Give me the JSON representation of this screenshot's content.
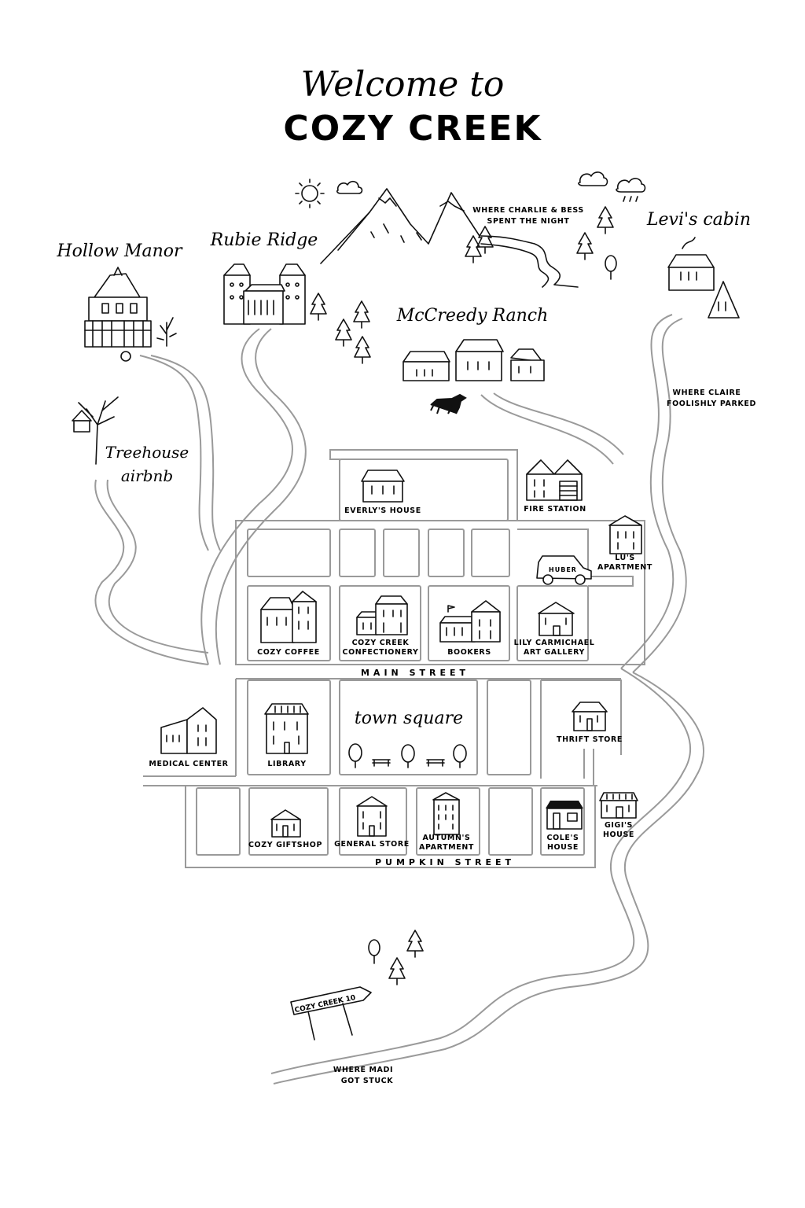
{
  "title": {
    "welcome": "Welcome to",
    "town": "COZY CREEK"
  },
  "places": {
    "hollow_manor": "Hollow Manor",
    "rubie_ridge": "Rubie Ridge",
    "levis_cabin": "Levi's cabin",
    "mccreedy_ranch": "McCreedy Ranch",
    "treehouse_line1": "Treehouse",
    "treehouse_line2": "airbnb",
    "charlie_bess_line1": "WHERE CHARLIE & BESS",
    "charlie_bess_line2": "SPENT THE NIGHT",
    "claire_line1": "WHERE CLAIRE",
    "claire_line2": "FOOLISHLY PARKED",
    "madi_line1": "WHERE MADI",
    "madi_line2": "GOT STUCK"
  },
  "buildings": {
    "everlys_house": "EVERLY'S HOUSE",
    "fire_station": "FIRE STATION",
    "lus_apartment_line1": "LU'S",
    "lus_apartment_line2": "APARTMENT",
    "cozy_coffee": "COZY COFFEE",
    "confectionery_line1": "COZY CREEK",
    "confectionery_line2": "CONFECTIONERY",
    "bookers": "BOOKERS",
    "gallery_line1": "LILY CARMICHAEL",
    "gallery_line2": "ART GALLERY",
    "medical_center": "MEDICAL CENTER",
    "library": "LIBRARY",
    "town_square": "town square",
    "thrift_store": "THRIFT STORE",
    "cozy_giftshop": "COZY GIFTSHOP",
    "general_store": "GENERAL STORE",
    "autumns_apartment_line1": "AUTUMN'S",
    "autumns_apartment_line2": "APARTMENT",
    "coles_house_line1": "COLE'S",
    "coles_house_line2": "HOUSE",
    "gigis_house_line1": "GIGI'S",
    "gigis_house_line2": "HOUSE"
  },
  "vehicle": {
    "car_text": "HUBER"
  },
  "streets": {
    "main": "MAIN STREET",
    "pumpkin": "PUMPKIN STREET"
  },
  "signpost": {
    "text": "COZY CREEK 10"
  }
}
